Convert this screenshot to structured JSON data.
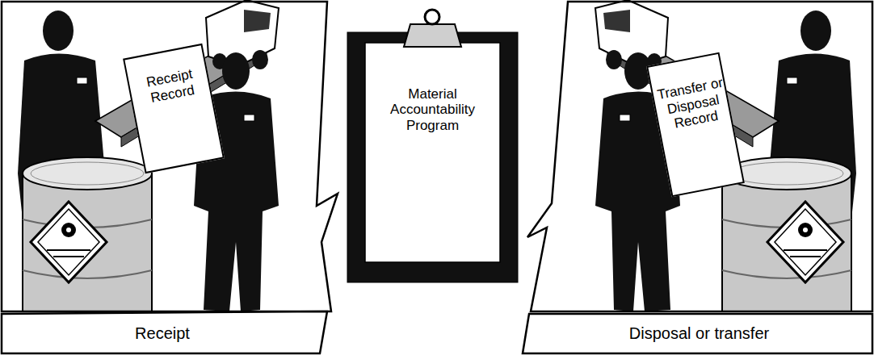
{
  "diagram": {
    "nodes": [
      {
        "text": [
          "Receipt"
        ]
      },
      {
        "text": [
          "Receipt Record"
        ],
        "in": 0
      },
      {
        "text": [
          "Material Accountability Program"
        ]
      },
      {
        "text": [
          "Disposal or transfer"
        ]
      },
      {
        "text": [
          "Transfer or Disposal Record"
        ],
        "in": 3
      }
    ]
  }
}
